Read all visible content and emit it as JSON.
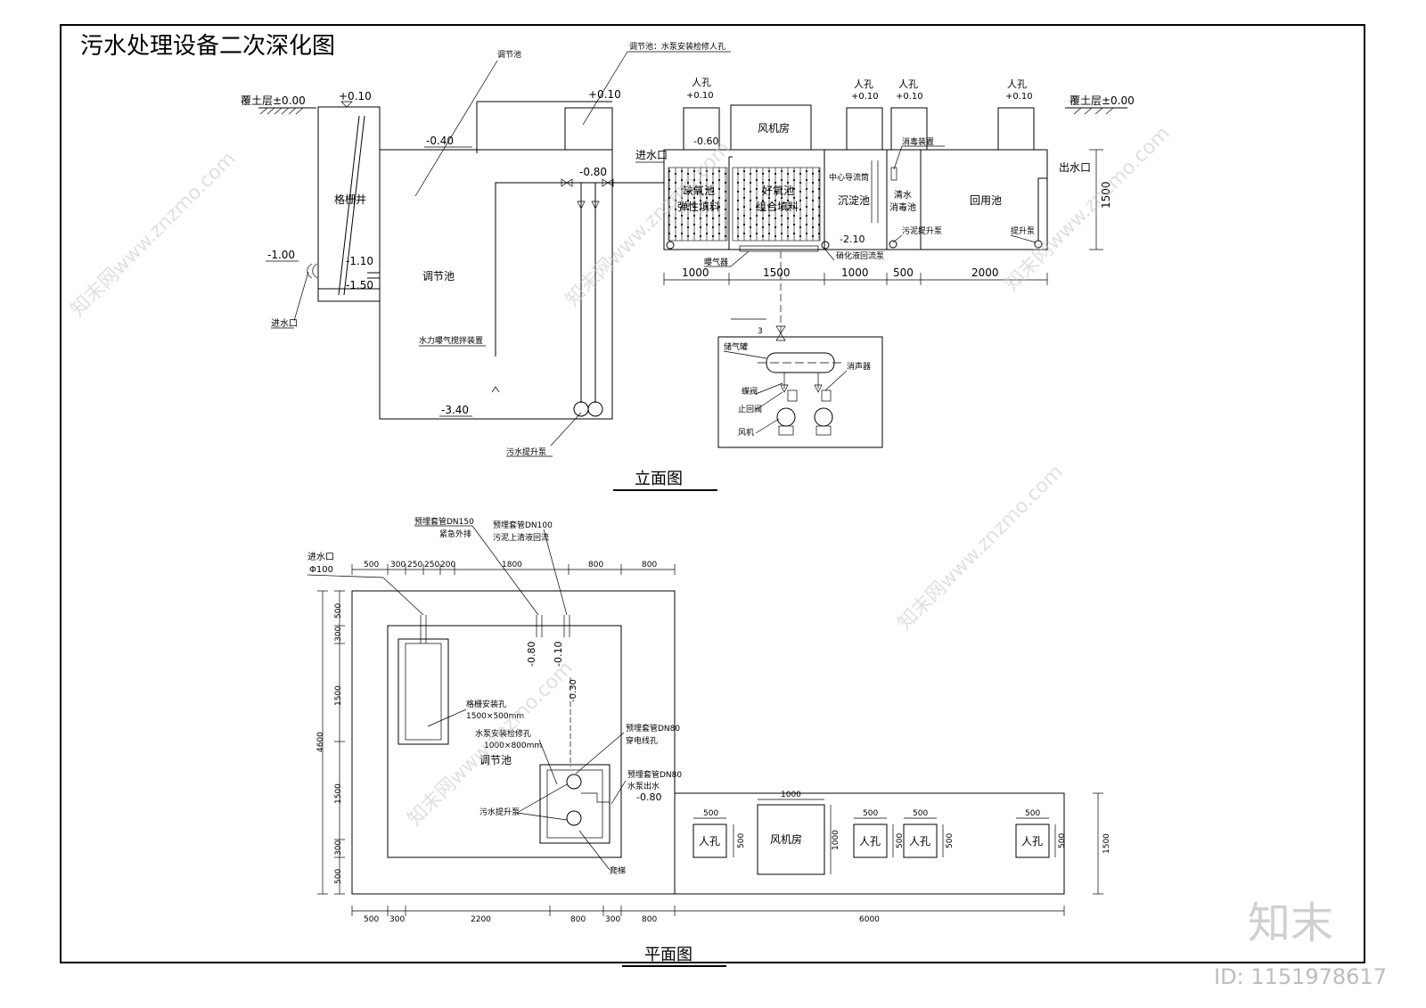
{
  "title": "污水处理设备二次深化图",
  "elevation": {
    "heading": "立面图",
    "left_ground": "覆土层±0.00",
    "right_ground": "覆土层±0.00",
    "lv_p010_a": "+0.10",
    "lv_p010_b": "+0.10",
    "lv_p010_c": "+0.10",
    "lv_p010_d": "+0.10",
    "lv_p010_e": "+0.10",
    "lv_p010_f": "+0.10",
    "lv_m040": "-0.40",
    "lv_m080": "-0.80",
    "lv_m060": "-0.60",
    "lv_m100": "-1.00",
    "lv_m110": "-1.10",
    "lv_m150": "-1.50",
    "lv_m340": "-3.40",
    "lv_m210": "-2.10",
    "grille_well": "格栅井",
    "inlet_left": "进水口",
    "reg_tank": "调节池",
    "reg_tank_note": "调节池",
    "manhole_note": "调节池：水泵安装检修人孔",
    "aerator_device": "水力曝气搅拌装置",
    "sewage_pump": "污水提升泵",
    "manhole1": "人孔",
    "manhole2": "人孔",
    "manhole3": "人孔",
    "manhole4": "人孔",
    "fan_room": "风机房",
    "inlet_right": "进水口",
    "outlet": "出水口",
    "anoxic1": "缺氧池",
    "anoxic2": "弹性填料",
    "aerobic1": "好氧池",
    "aerobic2": "组合填料",
    "settle": "沉淀池",
    "center_pipe": "中心导流筒",
    "disinfect_dev": "消毒装置",
    "clean1": "清水",
    "clean2": "消毒池",
    "reuse": "回用池",
    "sludge_pump": "污泥提升泵",
    "lift_pump": "提升泵",
    "aerator": "曝气器",
    "nitrif_pump": "硝化液回流泵",
    "dims": [
      "1000",
      "1500",
      "1000",
      "500",
      "2000"
    ],
    "height_dim": "1500",
    "sect_mark": "3",
    "tank_label": "储气罐",
    "butterfly": "蝶阀",
    "check_valve": "止回阀",
    "muffler": "消声器",
    "blower": "风机"
  },
  "plan": {
    "heading": "平面图",
    "inlet": "进水口",
    "inlet_dia": "Φ100",
    "sleeve150": "预埋套管DN150",
    "sleeve150_use": "紧急外排",
    "sleeve100": "预埋套管DN100",
    "sleeve100_use": "污泥上清液回流",
    "grille_hole": "格栅安装孔",
    "grille_hole_size": "1500×500mm",
    "pump_hole": "水泵安装检修孔",
    "pump_hole_size": "1000×800mm",
    "reg_tank": "调节池",
    "sleeve80a": "预埋套管DN80",
    "sleeve80a_use": "穿电线孔",
    "sleeve80b": "预埋套管DN80",
    "sleeve80b_use": "水泵出水",
    "lv_m080a": "-0.80",
    "lv_m010": "-0.10",
    "lv_m030": "-0.30",
    "lv_m080b": "-0.80",
    "pump": "污水提升泵",
    "ladder": "爬梯",
    "top_dims": [
      "500",
      "300",
      "250",
      "250",
      "200",
      "1800",
      "800",
      "800"
    ],
    "left_dims": [
      "500",
      "300",
      "1500",
      "1500",
      "300",
      "500"
    ],
    "left_total": "4600",
    "bottom_dims": [
      "500",
      "300",
      "2200",
      "800",
      "300",
      "800",
      "6000"
    ],
    "right_unit": {
      "manhole_a": "人孔",
      "fan_room": "风机房",
      "manhole_b": "人孔",
      "manhole_c": "人孔",
      "manhole_d": "人孔",
      "w500a": "500",
      "w1000": "1000",
      "w500b": "500",
      "w500c": "500",
      "w500d": "500",
      "h500a": "500",
      "h1000": "1000",
      "h500b": "500",
      "h500c": "500",
      "h500d": "500",
      "h1500": "1500"
    }
  },
  "watermark": {
    "site": "知末网www.znzmo.com",
    "brand": "知末",
    "id": "ID: 1151978617"
  }
}
